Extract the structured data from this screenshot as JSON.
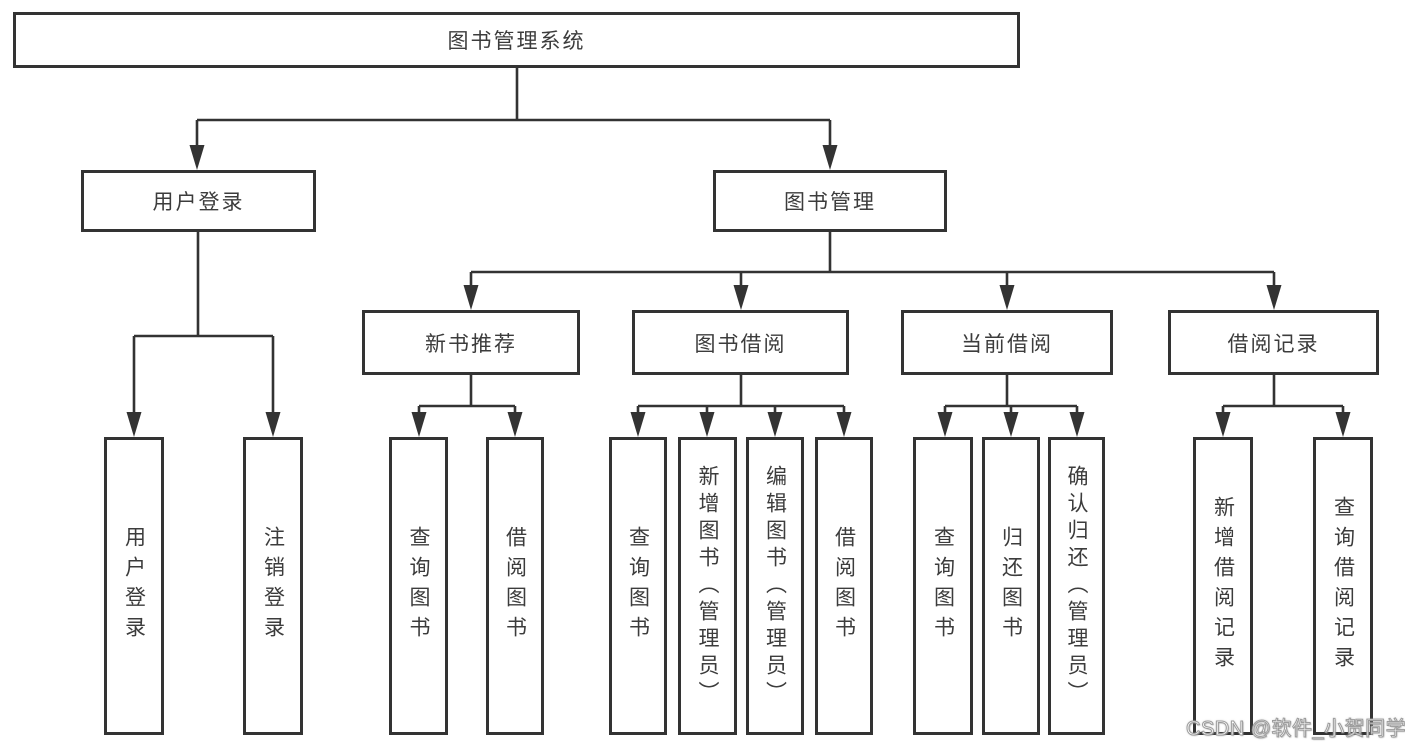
{
  "diagram": {
    "root": {
      "label": "图书管理系统"
    },
    "branches": [
      {
        "label": "用户登录",
        "children": [
          {
            "label": "用户登录"
          },
          {
            "label": "注销登录"
          }
        ]
      },
      {
        "label": "图书管理",
        "children": [
          {
            "label": "新书推荐",
            "children": [
              {
                "label": "查询图书"
              },
              {
                "label": "借阅图书"
              }
            ]
          },
          {
            "label": "图书借阅",
            "children": [
              {
                "label": "查询图书"
              },
              {
                "label": "新增图书（管理员）"
              },
              {
                "label": "编辑图书（管理员）"
              },
              {
                "label": "借阅图书"
              }
            ]
          },
          {
            "label": "当前借阅",
            "children": [
              {
                "label": "查询图书"
              },
              {
                "label": "归还图书"
              },
              {
                "label": "确认归还（管理员）"
              }
            ]
          },
          {
            "label": "借阅记录",
            "children": [
              {
                "label": "新增借阅记录"
              },
              {
                "label": "查询借阅记录"
              }
            ]
          }
        ]
      }
    ]
  },
  "watermark": {
    "text": "CSDN @软件_小贺同学"
  },
  "colors": {
    "line": "#333333",
    "border": "#333333",
    "text": "#3c3c3c",
    "background": "#ffffff",
    "watermark_fill": "#ffffff",
    "watermark_stroke": "#9c9c9c"
  }
}
